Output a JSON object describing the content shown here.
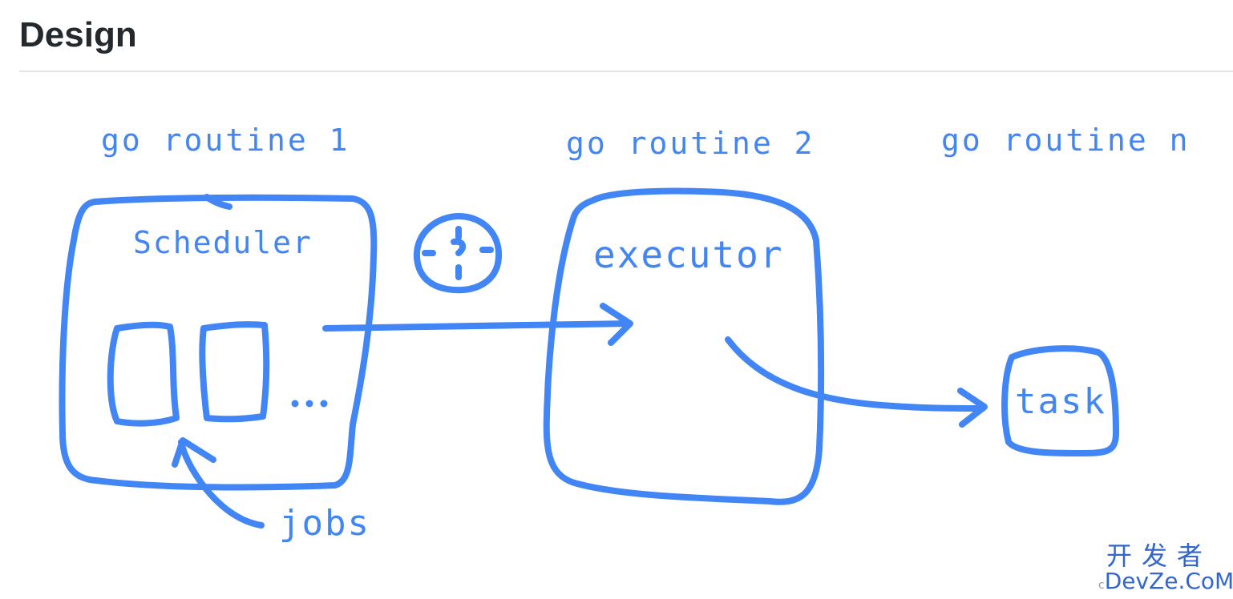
{
  "heading": "Design",
  "diagram": {
    "stroke_color": "#4285f4",
    "routine_labels": [
      "go routine 1",
      "go routine 2",
      "go routine n"
    ],
    "scheduler_label": "Scheduler",
    "ellipsis": "...",
    "jobs_label": "jobs",
    "executor_label": "executor",
    "task_label": "task",
    "timer_icon": "clock-icon"
  },
  "watermark": {
    "cn": "开发者",
    "lead": "c",
    "en": "DevZe.CoM"
  }
}
